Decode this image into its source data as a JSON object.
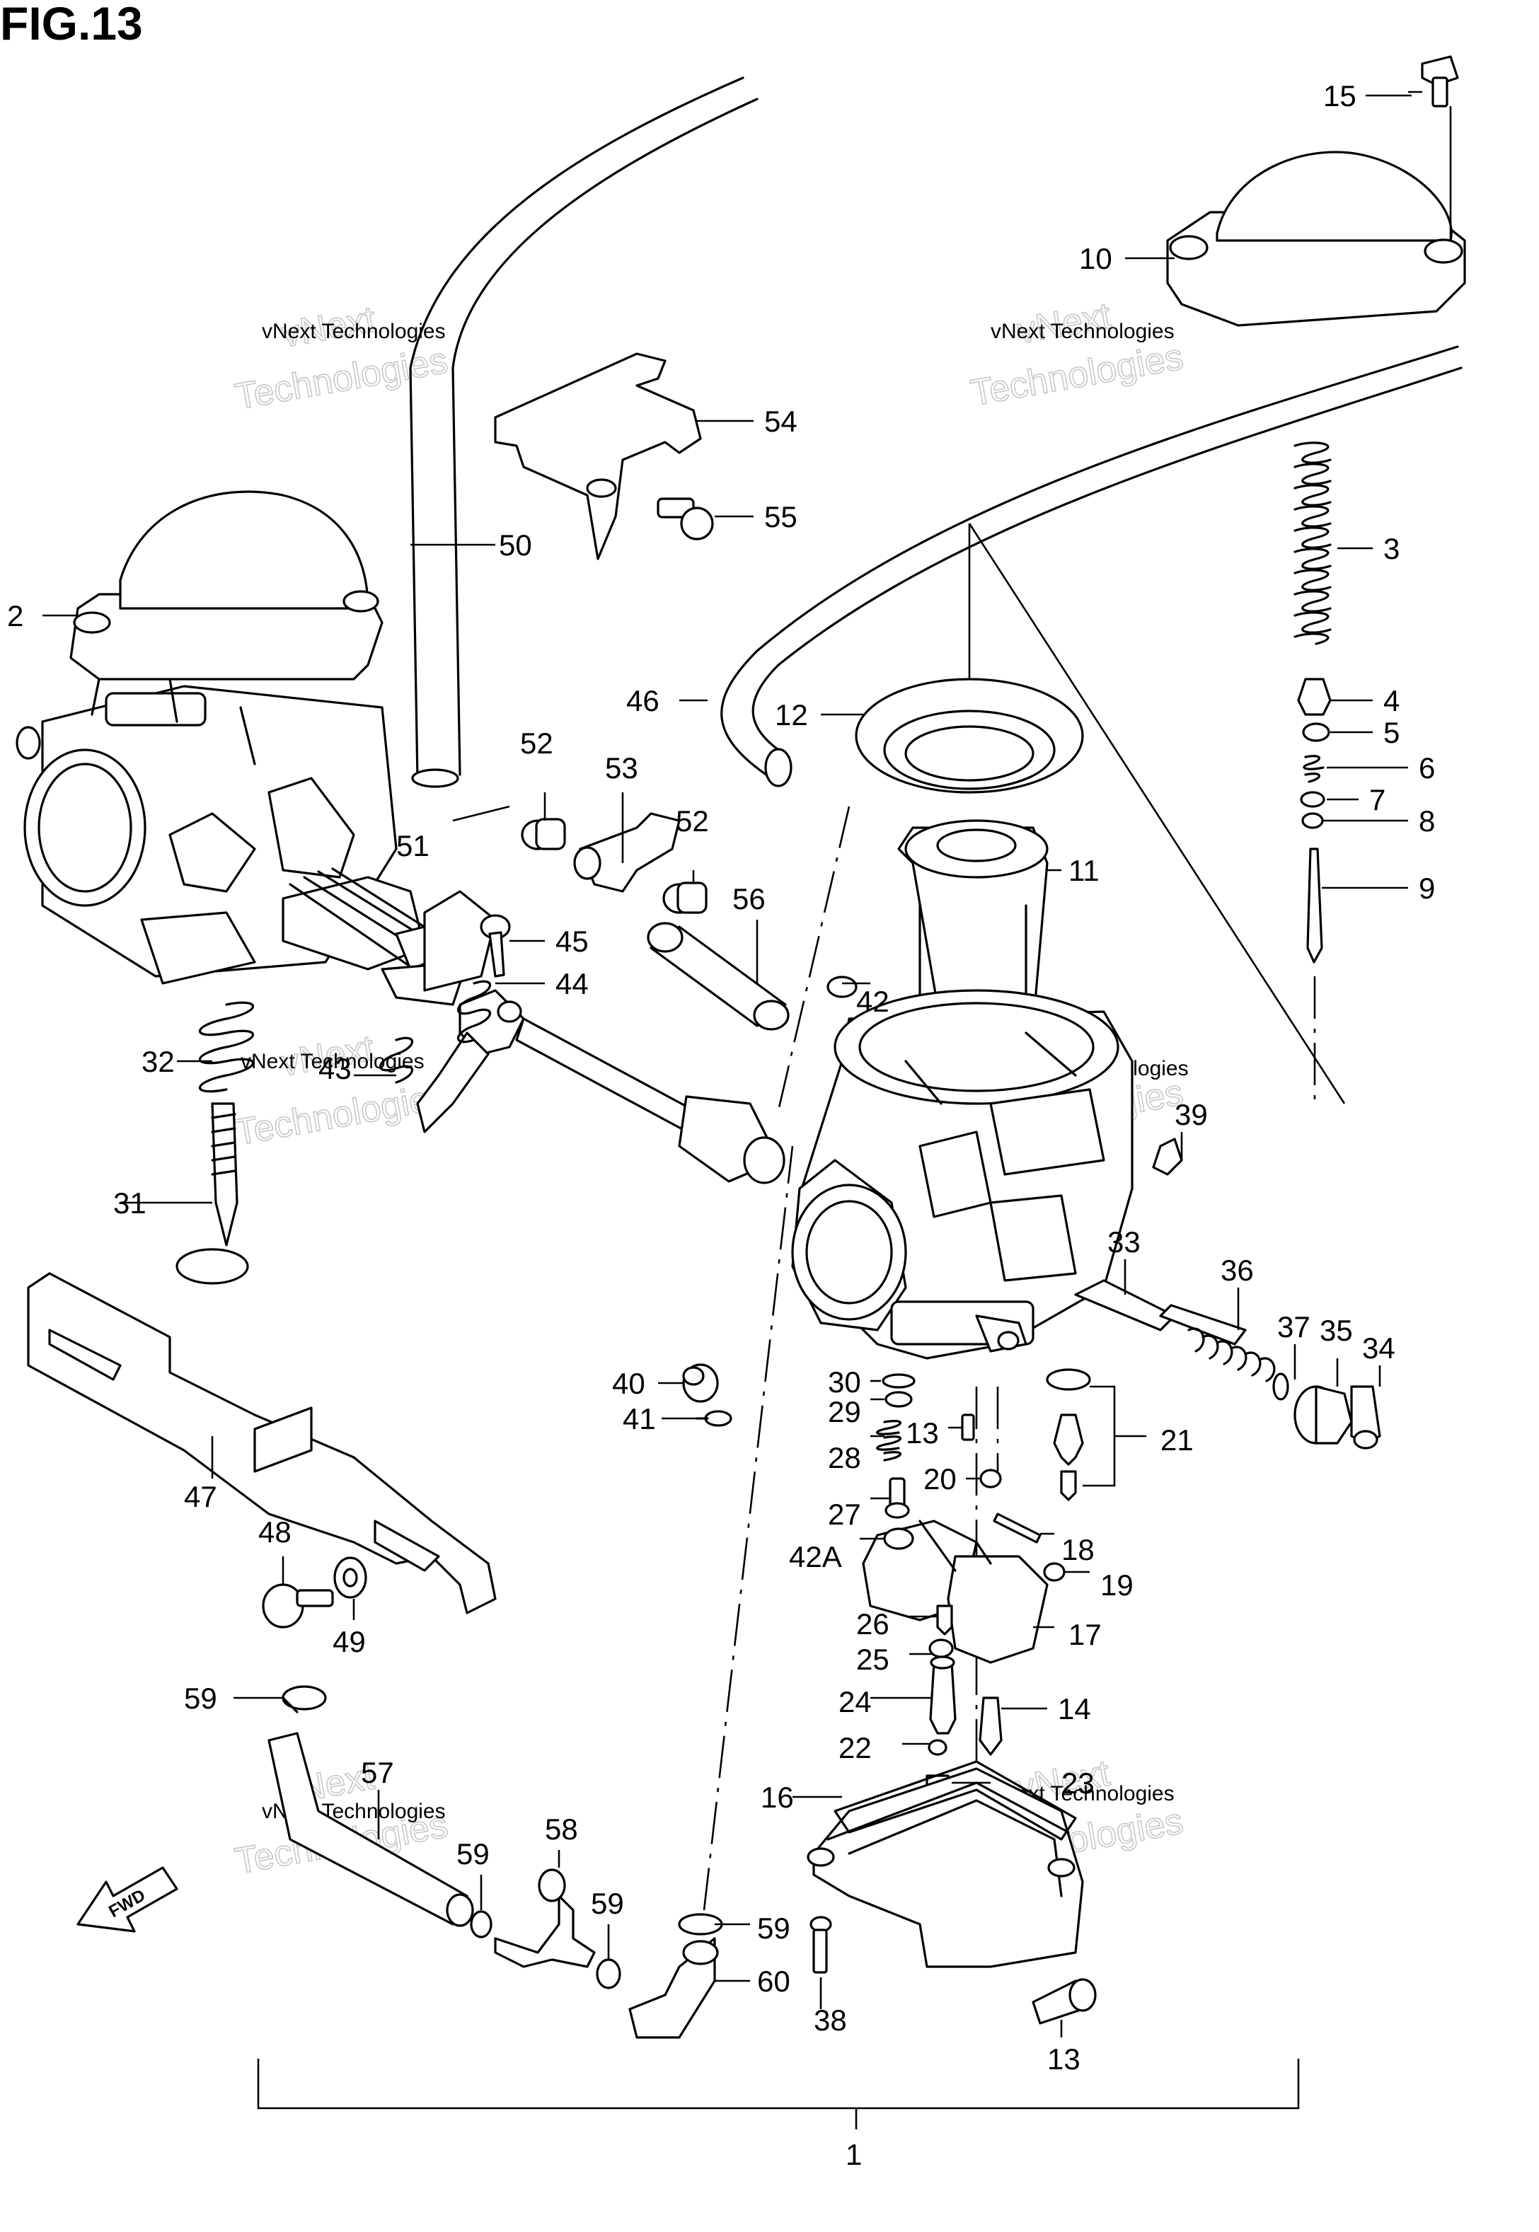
{
  "figure": {
    "title": "FIG.13"
  },
  "watermark": {
    "line1": "vNext Technologies",
    "line2": "vNext",
    "line3": "Technologies"
  },
  "fwd_label": "FWD",
  "callouts": {
    "c1": "1",
    "c2": "2",
    "c3": "3",
    "c4": "4",
    "c5": "5",
    "c6": "6",
    "c7": "7",
    "c8": "8",
    "c9": "9",
    "c10": "10",
    "c11": "11",
    "c12": "12",
    "c13a": "13",
    "c13b": "13",
    "c14": "14",
    "c15": "15",
    "c16": "16",
    "c17": "17",
    "c18": "18",
    "c19": "19",
    "c20": "20",
    "c21": "21",
    "c22": "22",
    "c23": "23",
    "c24": "24",
    "c25": "25",
    "c26": "26",
    "c27": "27",
    "c28": "28",
    "c29": "29",
    "c30": "30",
    "c31": "31",
    "c32": "32",
    "c33": "33",
    "c34": "34",
    "c35": "35",
    "c36": "36",
    "c37": "37",
    "c38": "38",
    "c39": "39",
    "c40": "40",
    "c41": "41",
    "c42": "42",
    "c42a": "42A",
    "c43": "43",
    "c44": "44",
    "c45": "45",
    "c46": "46",
    "c47": "47",
    "c48": "48",
    "c49": "49",
    "c50": "50",
    "c51": "51",
    "c52a": "52",
    "c52b": "52",
    "c53": "53",
    "c54": "54",
    "c55": "55",
    "c56": "56",
    "c57": "57",
    "c58": "58",
    "c59a": "59",
    "c59b": "59",
    "c59c": "59",
    "c59d": "59",
    "c60": "60"
  }
}
